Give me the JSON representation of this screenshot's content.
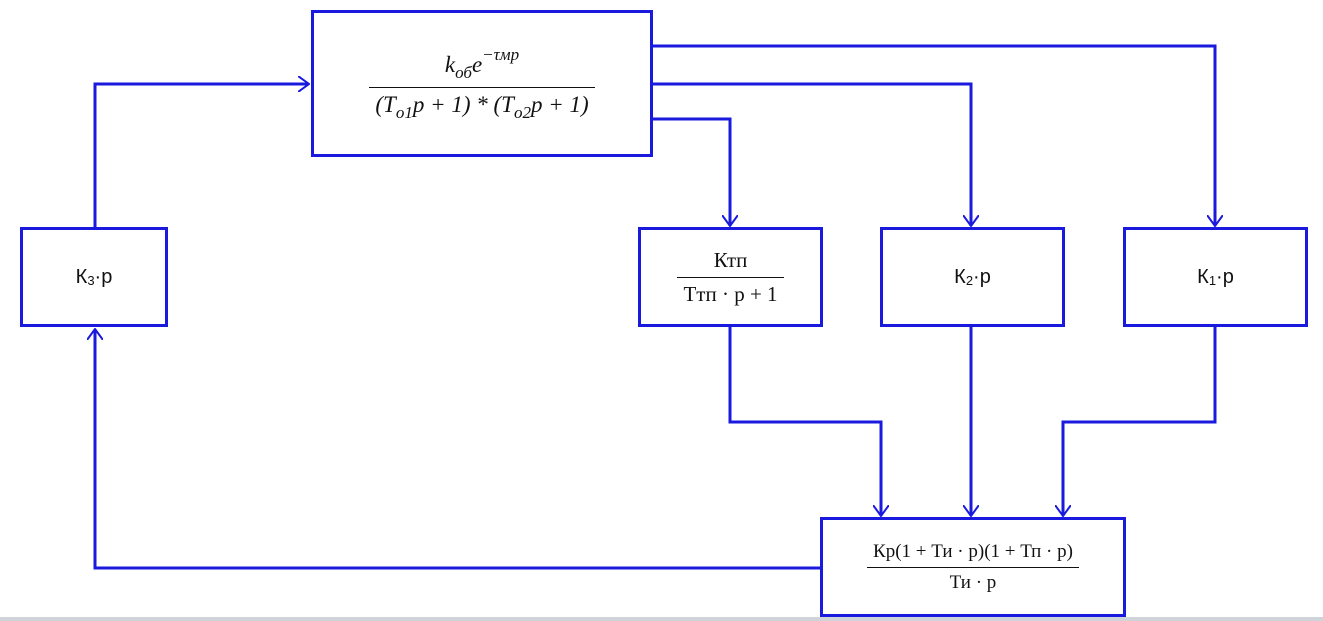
{
  "blocks": {
    "plant": {
      "num": {
        "k": "k",
        "k_sub": "об",
        "e": "e",
        "exp": "−τмp"
      },
      "den": {
        "p1": "(T",
        "s1": "o1",
        "p2": "p + 1) * (T",
        "s2": "o2",
        "p3": "p + 1)"
      }
    },
    "k3": {
      "k": "К",
      "sub": "3",
      "rest": "·р"
    },
    "tp": {
      "num": "Ктп",
      "den": "Ттп · р + 1"
    },
    "k2": {
      "k": "К",
      "sub": "2",
      "rest": "·р"
    },
    "k1": {
      "k": "К",
      "sub": "1",
      "rest": "·р"
    },
    "pid": {
      "num": "Кр(1 + Ти · р)(1 + Тп · р)",
      "den": "Ти · р"
    }
  },
  "colors": {
    "line": "#1a1adf",
    "text": "#111111"
  }
}
